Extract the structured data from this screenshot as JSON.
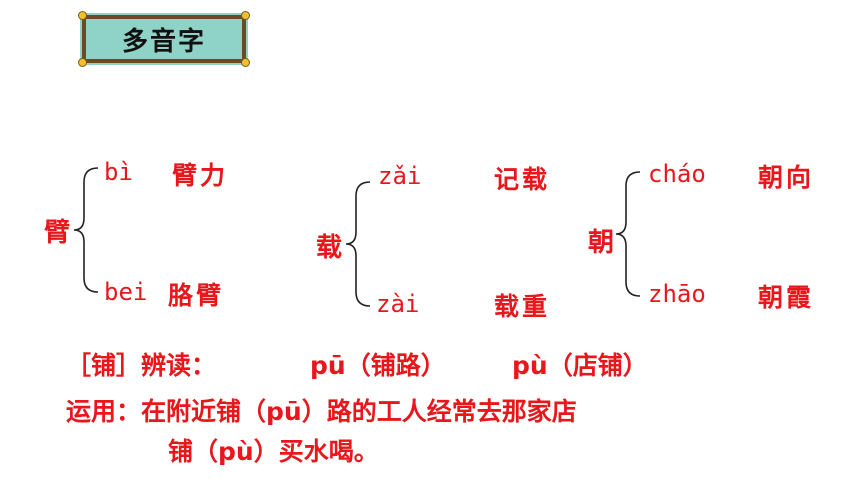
{
  "title": "多音字",
  "colors": {
    "accent_red": "#e8171c",
    "badge_fill": "#8fd3c8",
    "badge_border": "#6e4a24"
  },
  "groups": [
    {
      "char": "臂",
      "top": {
        "pinyin": "bì",
        "word": "臂力"
      },
      "bottom": {
        "pinyin": "bei",
        "word": "胳臂"
      }
    },
    {
      "char": "载",
      "top": {
        "pinyin": "zǎi",
        "word": "记载"
      },
      "bottom": {
        "pinyin": "zài",
        "word": "载重"
      }
    },
    {
      "char": "朝",
      "top": {
        "pinyin": "cháo",
        "word": "朝向"
      },
      "bottom": {
        "pinyin": "zhāo",
        "word": "朝霞"
      }
    }
  ],
  "distinguish": {
    "label": "［铺］辨读：",
    "item1": "pū（铺路）",
    "item2": "pù（店铺）"
  },
  "usage": {
    "line1": "运用：在附近铺（pū）路的工人经常去那家店",
    "line2": "铺（pù）买水喝。"
  }
}
